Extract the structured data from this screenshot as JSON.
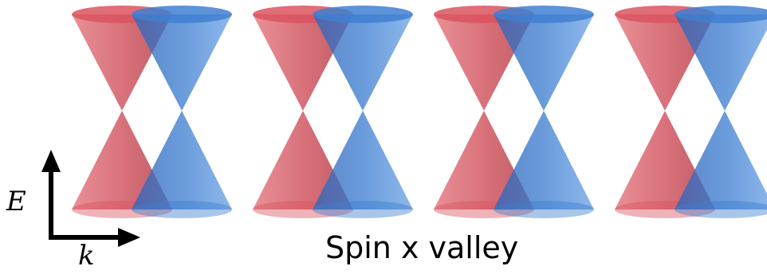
{
  "figure": {
    "caption": "Spin x valley",
    "axes": {
      "vertical_label": "E",
      "horizontal_label": "k"
    },
    "colors": {
      "red_cone": "#d9545f",
      "blue_cone": "#3f7fd1",
      "axis": "#000000"
    },
    "panels": [
      {
        "cones": [
          "red-upper",
          "blue-upper",
          "red-lower",
          "blue-lower"
        ]
      },
      {
        "cones": [
          "red-upper",
          "blue-upper",
          "red-lower",
          "blue-lower"
        ]
      },
      {
        "cones": [
          "red-upper",
          "blue-upper",
          "red-lower",
          "blue-lower"
        ]
      },
      {
        "cones": [
          "red-upper",
          "blue-upper",
          "red-lower",
          "blue-lower"
        ]
      }
    ]
  }
}
